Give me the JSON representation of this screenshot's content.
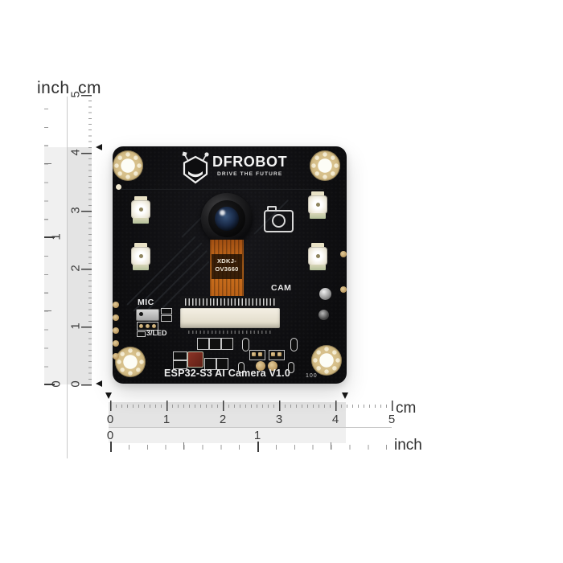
{
  "rulers": {
    "left": {
      "inch_label": "inch",
      "cm_label": "cm",
      "cm_numbers": [
        "0",
        "1",
        "2",
        "3",
        "4",
        "5"
      ],
      "inch_numbers": [
        "0",
        "1"
      ]
    },
    "bottom": {
      "cm_label": "cm",
      "inch_label": "inch",
      "cm_numbers": [
        "0",
        "1",
        "2",
        "3",
        "4",
        "5"
      ],
      "inch_numbers": [
        "0",
        "1"
      ]
    }
  },
  "board": {
    "brand": "DFROBOT",
    "tagline": "DRIVE THE FUTURE",
    "camera_module_label_line1": "XDKJ-",
    "camera_module_label_line2": "OV3660",
    "cam_label": "CAM",
    "mic_label": "MIC",
    "led_label": "3/LED",
    "title": "ESP32-S3 AI Camera V1.0",
    "code": "100"
  },
  "icons": {
    "logo": "dfrobot-robot-head",
    "camera_silkscreen": "camera-outline",
    "edge_markers": "black-triangle"
  },
  "colors": {
    "background": "#ffffff",
    "pcb": "#0d0d0f",
    "gold_pad": "#d7c08b",
    "fpc_orange": "#c2671a",
    "ruler_highlight_cm": "#e4e4e4",
    "ruler_highlight_inch": "#f0f0f0",
    "silkscreen": "#e8e8e8",
    "marker": "#161616"
  }
}
